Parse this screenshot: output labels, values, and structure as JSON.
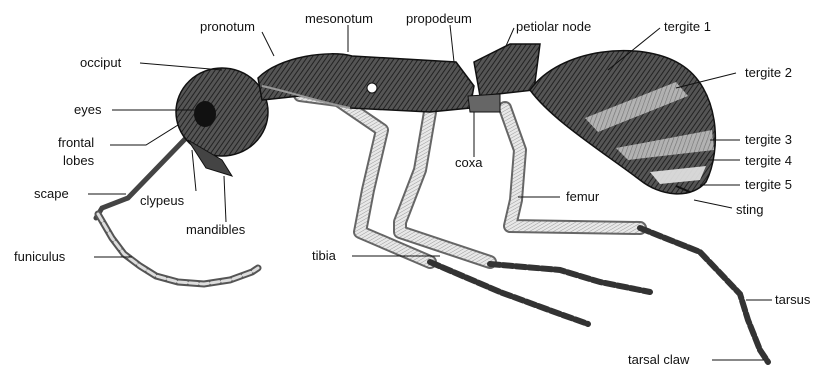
{
  "diagram": {
    "labels": {
      "pronotum": "pronotum",
      "mesonotum": "mesonotum",
      "propodeum": "propodeum",
      "petiolar_node": "petiolar node",
      "tergite_1": "tergite 1",
      "occiput": "occiput",
      "tergite_2": "tergite 2",
      "eyes": "eyes",
      "frontal": "frontal",
      "lobes": "lobes",
      "coxa": "coxa",
      "tergite_3": "tergite 3",
      "tergite_4": "tergite 4",
      "tergite_5": "tergite 5",
      "scape": "scape",
      "clypeus": "clypeus",
      "femur": "femur",
      "sting": "sting",
      "mandibles": "mandibles",
      "funiculus": "funiculus",
      "tibia": "tibia",
      "tarsus": "tarsus",
      "tarsal_claw": "tarsal claw"
    }
  }
}
